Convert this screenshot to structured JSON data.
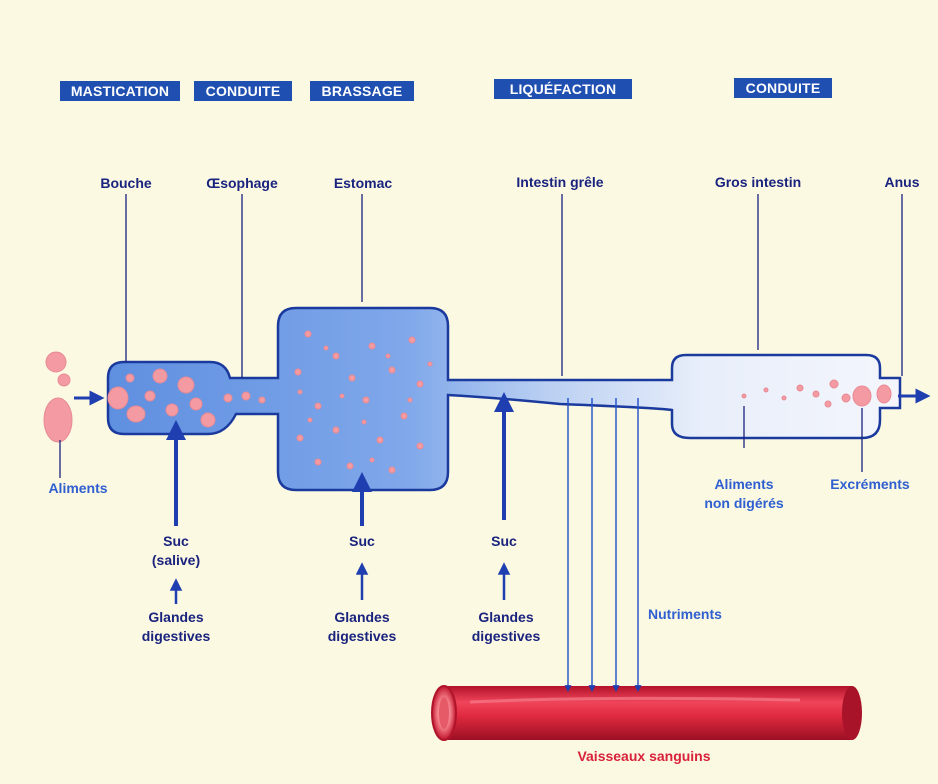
{
  "phases": [
    "MASTICATION",
    "CONDUITE",
    "BRASSAGE",
    "LIQUÉFACTION",
    "CONDUITE"
  ],
  "organs": {
    "mouth": "Bouche",
    "esophagus": "Œsophage",
    "stomach": "Estomac",
    "small_intestine": "Intestin grêle",
    "large_intestine": "Gros intestin",
    "anus": "Anus"
  },
  "inputs": {
    "food": "Aliments",
    "juice_saliva": [
      "Suc",
      "(salive)"
    ],
    "juice": "Suc",
    "glands": [
      "Glandes",
      "digestives"
    ]
  },
  "outputs": {
    "undigested": [
      "Aliments",
      "non digérés"
    ],
    "excrement": "Excréments",
    "nutrients": "Nutriments",
    "blood_vessels": "Vaisseaux sanguins"
  },
  "colors": {
    "phase_bg": "#1f4fb0",
    "organ_label": "#1a237e",
    "flow_label": "#2f5fd0",
    "arrow": "#1f3fb0",
    "vessel": "#e0283f",
    "food_particle": "#f39aa3",
    "organ_fill": "#6f9fe6"
  }
}
